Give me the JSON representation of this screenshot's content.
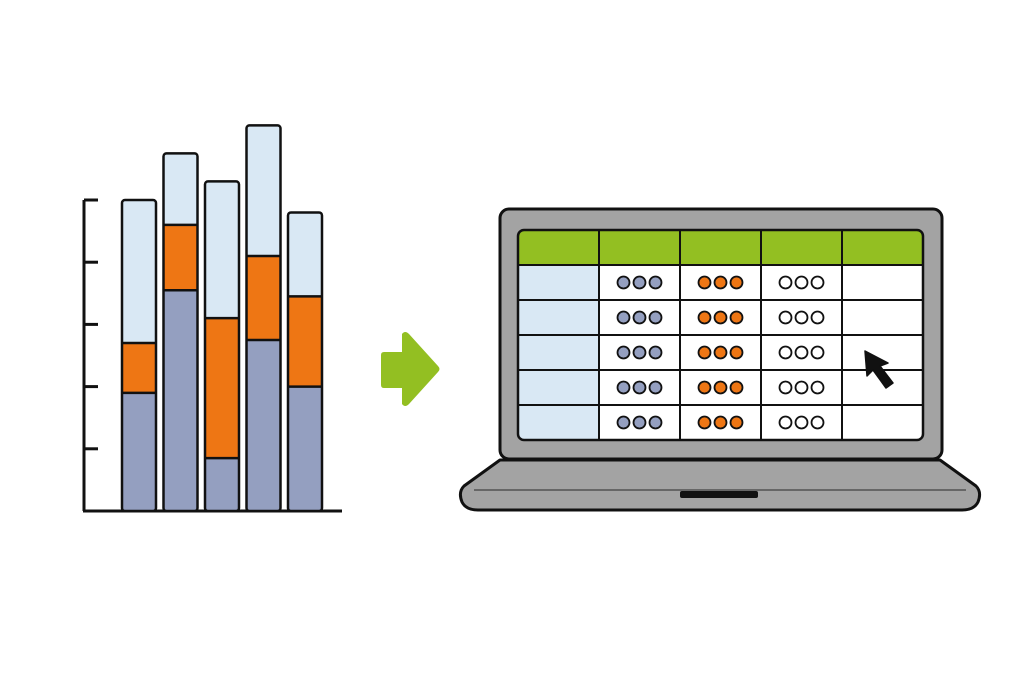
{
  "colors": {
    "background": "#ffffff",
    "outline": "#111111",
    "light_blue": "#d9e8f4",
    "orange": "#ee7614",
    "slate": "#949fc0",
    "green": "#93bf22",
    "laptop_gray": "#a3a3a3",
    "white": "#ffffff"
  },
  "stacked_bars": {
    "segment_order": [
      "slate",
      "orange",
      "light_blue"
    ],
    "axis_max": 100,
    "tick_count": 5,
    "bars": [
      {
        "slate": 38,
        "orange": 16,
        "light_blue": 46
      },
      {
        "slate": 71,
        "orange": 21,
        "light_blue": 23
      },
      {
        "slate": 17,
        "orange": 45,
        "light_blue": 44
      },
      {
        "slate": 55,
        "orange": 27,
        "light_blue": 42
      },
      {
        "slate": 40,
        "orange": 29,
        "light_blue": 27
      }
    ]
  },
  "arrow": {
    "icon": "right-arrow-icon",
    "color": "green"
  },
  "laptop": {
    "table": {
      "columns": 5,
      "rows": 5,
      "dot_columns": [
        {
          "fill": "slate",
          "dots": 3
        },
        {
          "fill": "orange",
          "dots": 3
        },
        {
          "fill": "white",
          "dots": 3
        }
      ]
    },
    "cursor_icon": "mouse-pointer-icon"
  }
}
